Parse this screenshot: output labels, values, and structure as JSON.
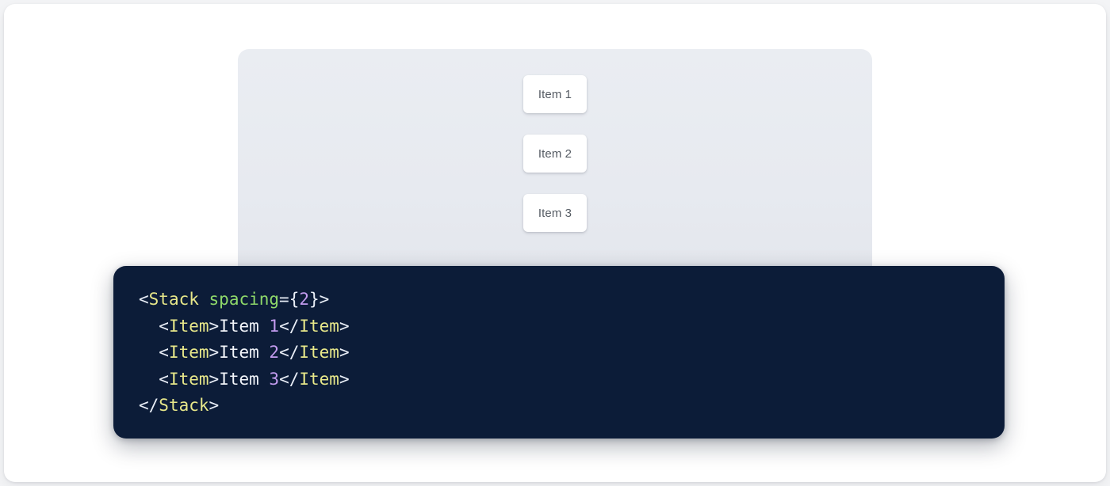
{
  "page": {
    "background_color": "#f3f4f6",
    "card_color": "#ffffff"
  },
  "preview": {
    "panel_color": "#e8ebf0",
    "items": [
      {
        "label": "Item 1"
      },
      {
        "label": "Item 2"
      },
      {
        "label": "Item 3"
      }
    ]
  },
  "code": {
    "background_color": "#0c1c38",
    "language": "jsx",
    "colors": {
      "punctuation": "#e9eef7",
      "tag": "#e8e88a",
      "attribute": "#8fd96a",
      "number": "#c49cf0",
      "text": "#f2f5fa"
    },
    "lines": [
      {
        "indent": "",
        "tokens": [
          {
            "type": "punct",
            "text": "<"
          },
          {
            "type": "tag",
            "text": "Stack"
          },
          {
            "type": "text",
            "text": " "
          },
          {
            "type": "attr",
            "text": "spacing"
          },
          {
            "type": "punct",
            "text": "="
          },
          {
            "type": "brace",
            "text": "{"
          },
          {
            "type": "num",
            "text": "2"
          },
          {
            "type": "brace",
            "text": "}"
          },
          {
            "type": "punct",
            "text": ">"
          }
        ]
      },
      {
        "indent": "  ",
        "tokens": [
          {
            "type": "punct",
            "text": "<"
          },
          {
            "type": "tag",
            "text": "Item"
          },
          {
            "type": "punct",
            "text": ">"
          },
          {
            "type": "text",
            "text": "Item "
          },
          {
            "type": "num",
            "text": "1"
          },
          {
            "type": "punct",
            "text": "</"
          },
          {
            "type": "tag",
            "text": "Item"
          },
          {
            "type": "punct",
            "text": ">"
          }
        ]
      },
      {
        "indent": "  ",
        "tokens": [
          {
            "type": "punct",
            "text": "<"
          },
          {
            "type": "tag",
            "text": "Item"
          },
          {
            "type": "punct",
            "text": ">"
          },
          {
            "type": "text",
            "text": "Item "
          },
          {
            "type": "num",
            "text": "2"
          },
          {
            "type": "punct",
            "text": "</"
          },
          {
            "type": "tag",
            "text": "Item"
          },
          {
            "type": "punct",
            "text": ">"
          }
        ]
      },
      {
        "indent": "  ",
        "tokens": [
          {
            "type": "punct",
            "text": "<"
          },
          {
            "type": "tag",
            "text": "Item"
          },
          {
            "type": "punct",
            "text": ">"
          },
          {
            "type": "text",
            "text": "Item "
          },
          {
            "type": "num",
            "text": "3"
          },
          {
            "type": "punct",
            "text": "</"
          },
          {
            "type": "tag",
            "text": "Item"
          },
          {
            "type": "punct",
            "text": ">"
          }
        ]
      },
      {
        "indent": "",
        "tokens": [
          {
            "type": "punct",
            "text": "</"
          },
          {
            "type": "tag",
            "text": "Stack"
          },
          {
            "type": "punct",
            "text": ">"
          }
        ]
      }
    ]
  }
}
